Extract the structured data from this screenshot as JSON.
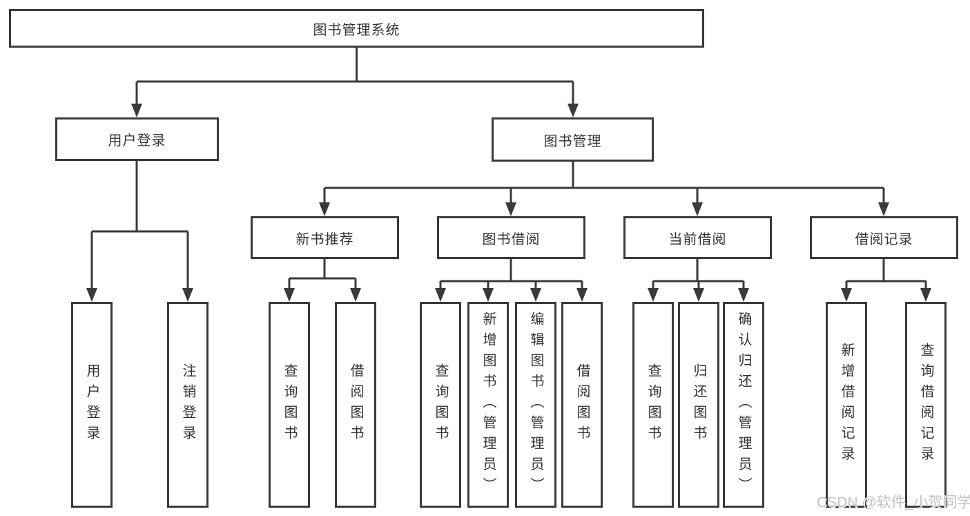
{
  "diagram": {
    "root": {
      "label": "图书管理系统"
    },
    "branches": [
      {
        "label": "用户登录",
        "children": [
          "用户登录",
          "注销登录"
        ]
      },
      {
        "label": "图书管理",
        "groups": [
          {
            "label": "新书推荐",
            "children": [
              "查询图书",
              "借阅图书"
            ]
          },
          {
            "label": "图书借阅",
            "children": [
              "查询图书",
              "新增图书（管理员）",
              "编辑图书（管理员）",
              "借阅图书"
            ]
          },
          {
            "label": "当前借阅",
            "children": [
              "查询图书",
              "归还图书",
              "确认归还（管理员）"
            ]
          },
          {
            "label": "借阅记录",
            "children": [
              "新增借阅记录",
              "查询借阅记录"
            ]
          }
        ]
      }
    ]
  },
  "watermark": {
    "text": "CSDN @软件_小贺同学"
  },
  "colors": {
    "line": "#3a3a3a",
    "box_border": "#3a3a3a",
    "text": "#333333",
    "watermark": "#c3c3c3",
    "background": "#ffffff"
  }
}
